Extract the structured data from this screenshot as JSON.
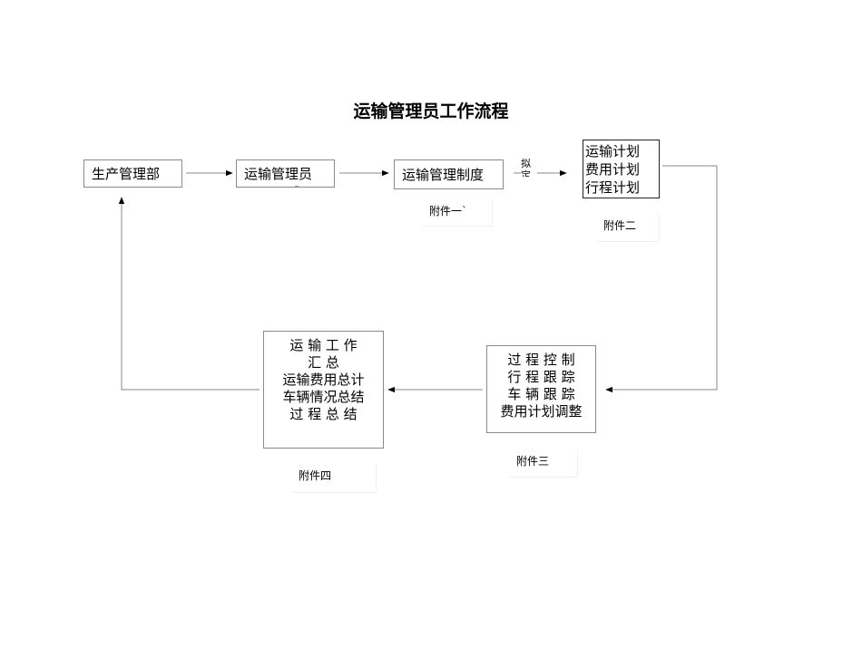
{
  "title": "运输管理员工作流程",
  "nodes": {
    "production_dept": "生产管理部",
    "transport_manager": "运输管理员",
    "transport_system": "运输管理制度",
    "draft_label": [
      "拟",
      "定"
    ],
    "plans": [
      "运输计划",
      "费用计划",
      "行程计划"
    ],
    "control": [
      "过 程 控 制",
      "行 程 跟 踪",
      "车 辆 跟 踪",
      "费用计划调整"
    ],
    "summary": [
      "运 输 工 作",
      "汇 总",
      "运输费用总计",
      "车辆情况总结",
      "过 程 总 结"
    ]
  },
  "attachments": {
    "one": "附件一`",
    "two": "附件二",
    "three": "附件三",
    "four": "附件四"
  }
}
